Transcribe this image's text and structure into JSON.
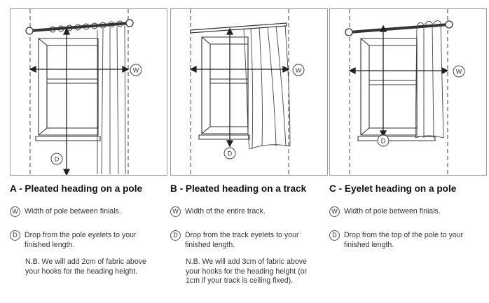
{
  "panels": [
    {
      "id": "a",
      "title": "A - Pleated heading on a pole",
      "w_marker": "W",
      "d_marker": "D",
      "width_text": "Width of pole between finials.",
      "drop_text": "Drop from the pole eyelets to your finished length.",
      "note": "N.B. We will add 2cm of fabric above your hooks for the heading height."
    },
    {
      "id": "b",
      "title": "B - Pleated heading on a track",
      "w_marker": "W",
      "d_marker": "D",
      "width_text": "Width of the entire track.",
      "drop_text": "Drop from the track eyelets to your finished length.",
      "note": "N.B. We will add 3cm of fabric above your hooks for the heading height (or 1cm if your track is ceiling fixed)."
    },
    {
      "id": "c",
      "title": "C - Eyelet heading on a pole",
      "w_marker": "W",
      "d_marker": "D",
      "width_text": "Width of pole between finials.",
      "drop_text": "Drop from the top of the pole to your finished length."
    }
  ]
}
